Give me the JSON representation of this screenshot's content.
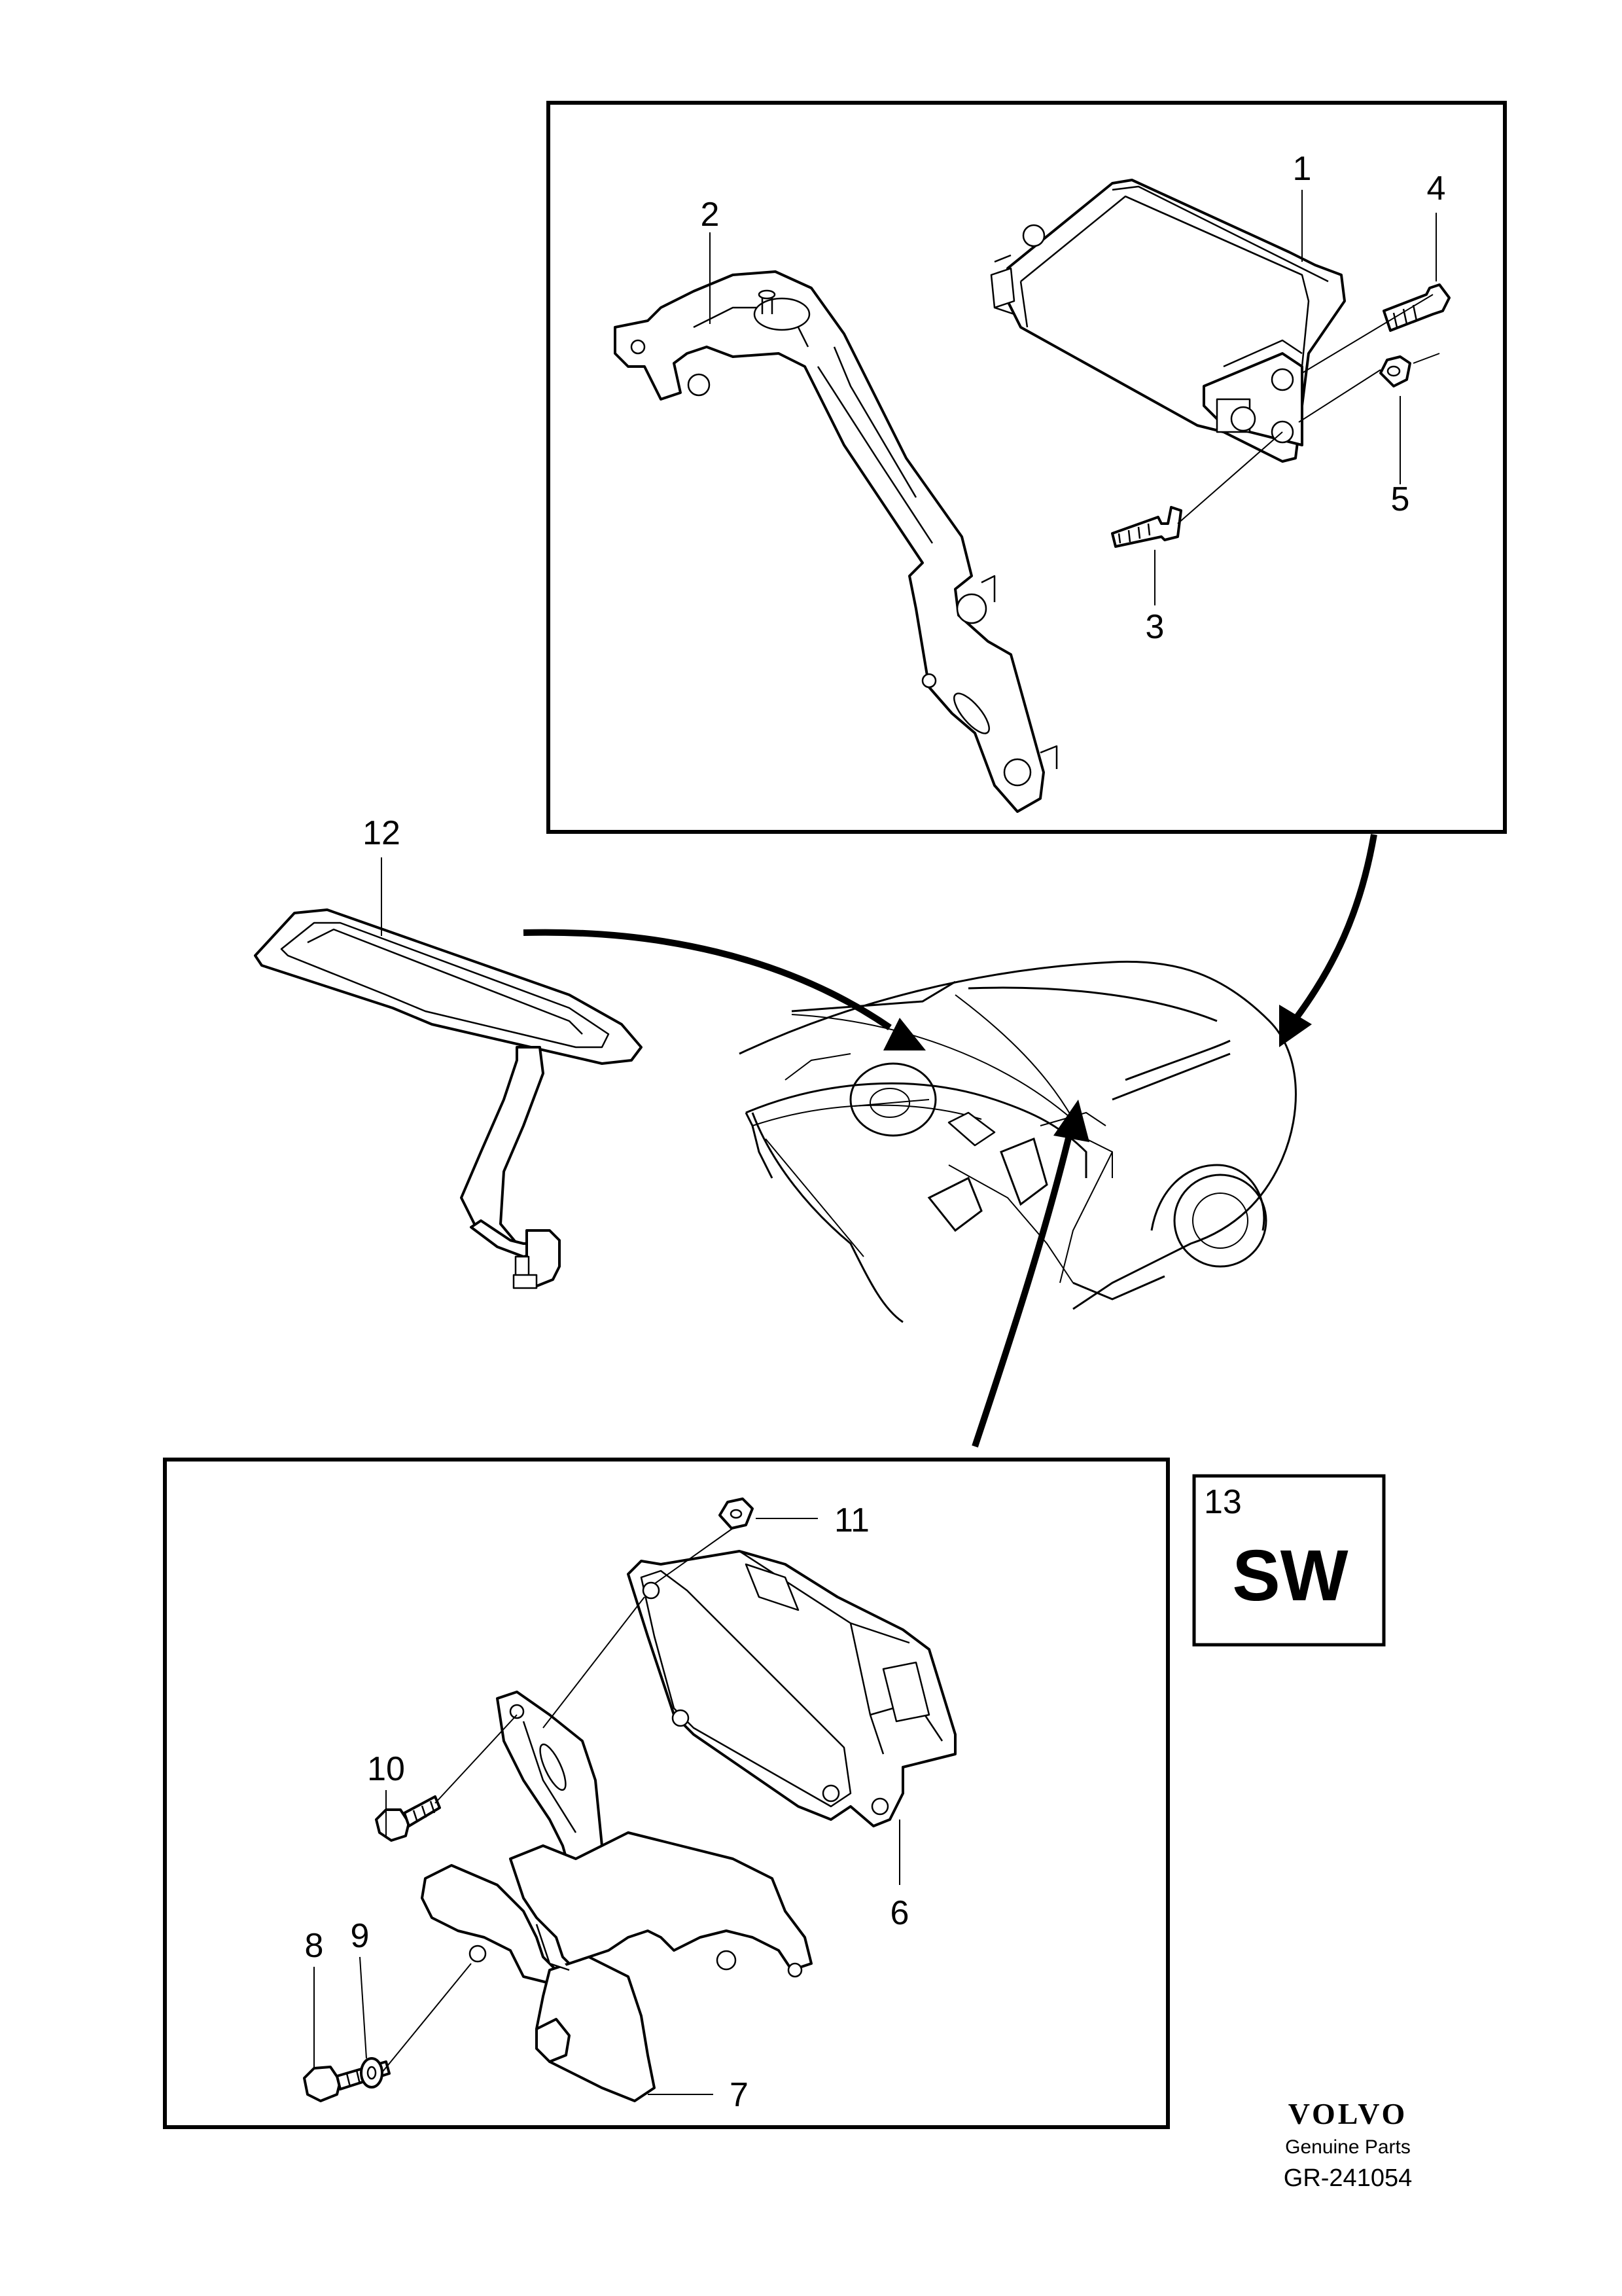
{
  "callouts": {
    "c1": "1",
    "c2": "2",
    "c3": "3",
    "c4": "4",
    "c5": "5",
    "c6": "6",
    "c7": "7",
    "c8": "8",
    "c9": "9",
    "c10": "10",
    "c11": "11",
    "c12": "12",
    "c13": "13"
  },
  "sw_box": {
    "code": "SW"
  },
  "footer": {
    "brand": "VOLVO",
    "subtitle": "Genuine Parts",
    "reference": "GR-241054"
  }
}
